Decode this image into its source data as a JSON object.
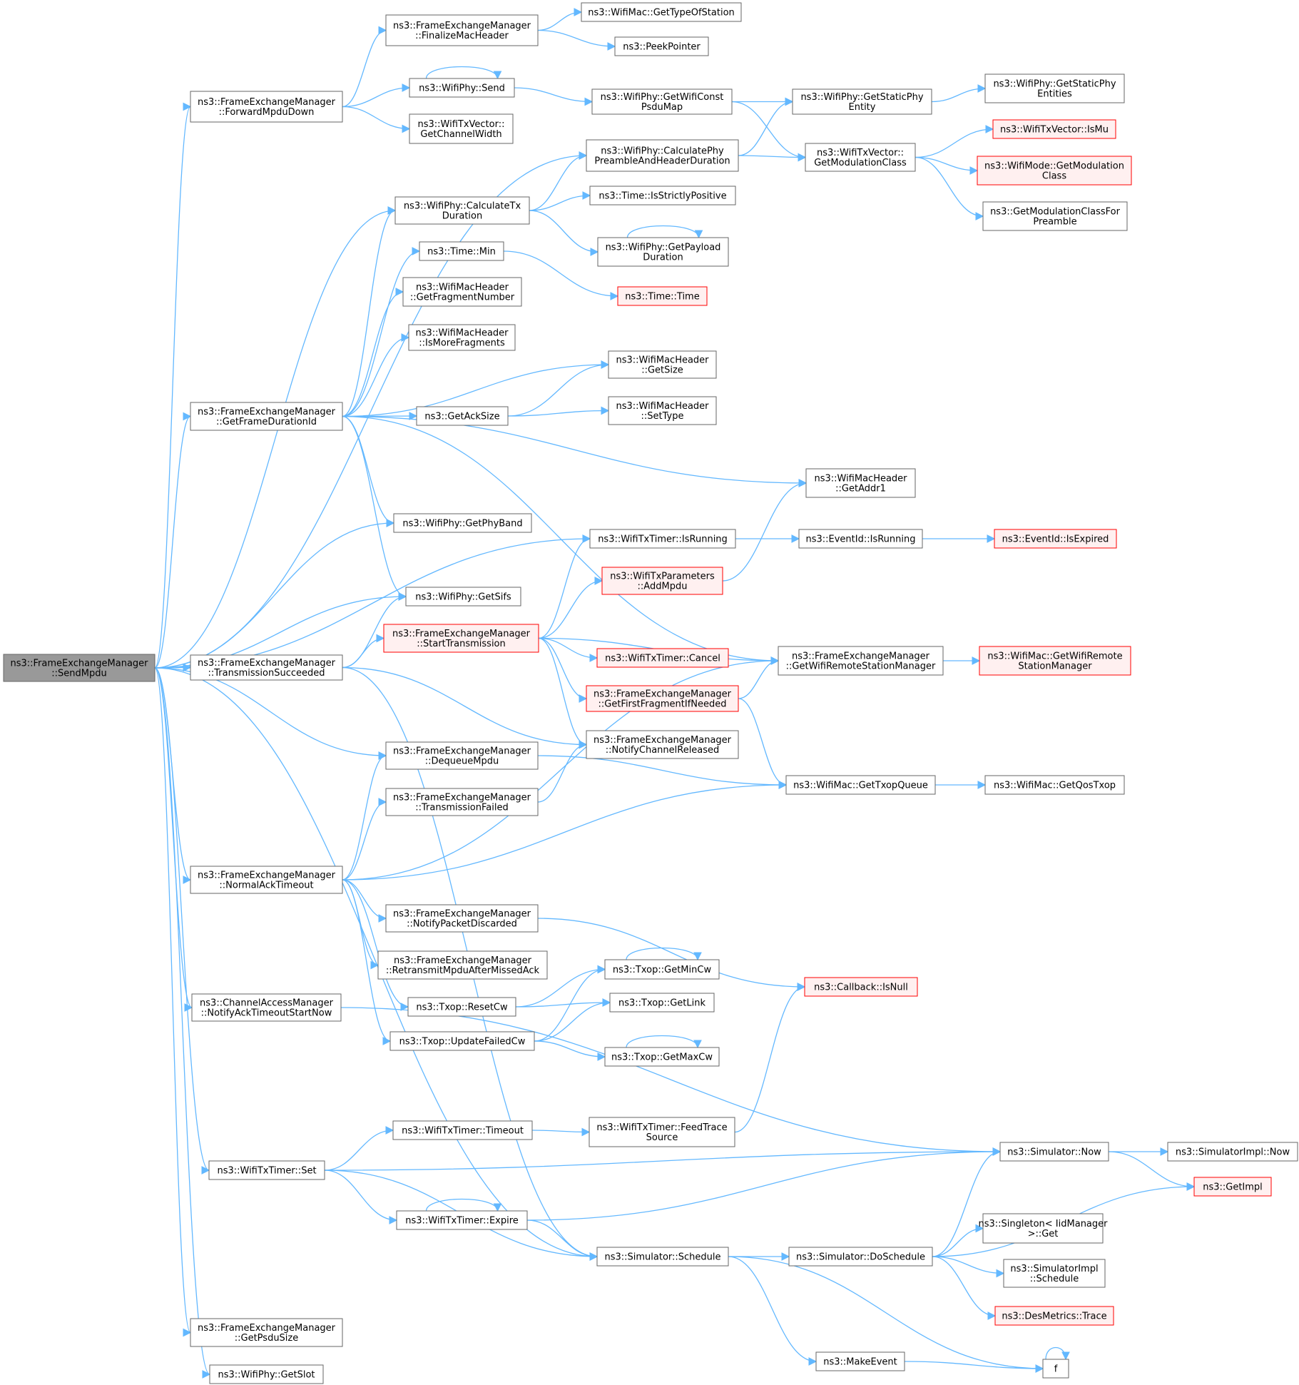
{
  "graph": {
    "colors": {
      "edge": "#63B8FF",
      "node_border": "#666666",
      "node_fill": "#FFFFFF",
      "root_fill": "#999999",
      "root_border": "#666666",
      "highlight_border": "#FF0000",
      "highlight_fill": "#FFF0F0"
    },
    "nodes": [
      {
        "id": "sendmpdu",
        "lines": [
          "ns3::FrameExchangeManager",
          "::SendMpdu"
        ],
        "style": "root"
      },
      {
        "id": "fwdmpdu",
        "lines": [
          "ns3::FrameExchangeManager",
          "::ForwardMpduDown"
        ],
        "style": "normal"
      },
      {
        "id": "finmac",
        "lines": [
          "ns3::FrameExchangeManager",
          "::FinalizeMacHeader"
        ],
        "style": "normal"
      },
      {
        "id": "gettypeofstation",
        "lines": [
          "ns3::WifiMac::GetTypeOfStation"
        ],
        "style": "normal"
      },
      {
        "id": "peekpointer",
        "lines": [
          "ns3::PeekPointer"
        ],
        "style": "normal"
      },
      {
        "id": "physend",
        "lines": [
          "ns3::WifiPhy::Send"
        ],
        "style": "normal"
      },
      {
        "id": "getchannelwidth",
        "lines": [
          "ns3::WifiTxVector::",
          "GetChannelWidth"
        ],
        "style": "normal"
      },
      {
        "id": "getwificonst",
        "lines": [
          "ns3::WifiPhy::GetWifiConst",
          "PsduMap"
        ],
        "style": "normal"
      },
      {
        "id": "getstaticphyentity",
        "lines": [
          "ns3::WifiPhy::GetStaticPhy",
          "Entity"
        ],
        "style": "normal"
      },
      {
        "id": "getstaticphyentities",
        "lines": [
          "ns3::WifiPhy::GetStaticPhy",
          "Entities"
        ],
        "style": "normal"
      },
      {
        "id": "calcpreamble",
        "lines": [
          "ns3::WifiPhy::CalculatePhy",
          "PreambleAndHeaderDuration"
        ],
        "style": "normal"
      },
      {
        "id": "getmodclass",
        "lines": [
          "ns3::WifiTxVector::",
          "GetModulationClass"
        ],
        "style": "normal"
      },
      {
        "id": "ismu",
        "lines": [
          "ns3::WifiTxVector::IsMu"
        ],
        "style": "red"
      },
      {
        "id": "modegetmod",
        "lines": [
          "ns3::WifiMode::GetModulation",
          "Class"
        ],
        "style": "red"
      },
      {
        "id": "getmodpreamble",
        "lines": [
          "ns3::GetModulationClassFor",
          "Preamble"
        ],
        "style": "normal"
      },
      {
        "id": "calctx",
        "lines": [
          "ns3::WifiPhy::CalculateTx",
          "Duration"
        ],
        "style": "normal"
      },
      {
        "id": "isstrictly",
        "lines": [
          "ns3::Time::IsStrictlyPositive"
        ],
        "style": "normal"
      },
      {
        "id": "getpayload",
        "lines": [
          "ns3::WifiPhy::GetPayload",
          "Duration"
        ],
        "style": "normal"
      },
      {
        "id": "timemin",
        "lines": [
          "ns3::Time::Min"
        ],
        "style": "normal"
      },
      {
        "id": "timetime",
        "lines": [
          "ns3::Time::Time"
        ],
        "style": "red"
      },
      {
        "id": "getfragnum",
        "lines": [
          "ns3::WifiMacHeader",
          "::GetFragmentNumber"
        ],
        "style": "normal"
      },
      {
        "id": "ismorefrag",
        "lines": [
          "ns3::WifiMacHeader",
          "::IsMoreFragments"
        ],
        "style": "normal"
      },
      {
        "id": "hdrgetsize",
        "lines": [
          "ns3::WifiMacHeader",
          "::GetSize"
        ],
        "style": "normal"
      },
      {
        "id": "getframedur",
        "lines": [
          "ns3::FrameExchangeManager",
          "::GetFrameDurationId"
        ],
        "style": "normal"
      },
      {
        "id": "getacksize",
        "lines": [
          "ns3::GetAckSize"
        ],
        "style": "normal"
      },
      {
        "id": "settype",
        "lines": [
          "ns3::WifiMacHeader",
          "::SetType"
        ],
        "style": "normal"
      },
      {
        "id": "getaddr1",
        "lines": [
          "ns3::WifiMacHeader",
          "::GetAddr1"
        ],
        "style": "normal"
      },
      {
        "id": "getphyband",
        "lines": [
          "ns3::WifiPhy::GetPhyBand"
        ],
        "style": "normal"
      },
      {
        "id": "txtimerisrunning",
        "lines": [
          "ns3::WifiTxTimer::IsRunning"
        ],
        "style": "normal"
      },
      {
        "id": "eventisrunning",
        "lines": [
          "ns3::EventId::IsRunning"
        ],
        "style": "normal"
      },
      {
        "id": "isexpired",
        "lines": [
          "ns3::EventId::IsExpired"
        ],
        "style": "red"
      },
      {
        "id": "addmpdu",
        "lines": [
          "ns3::WifiTxParameters",
          "::AddMpdu"
        ],
        "style": "red"
      },
      {
        "id": "getsifs",
        "lines": [
          "ns3::WifiPhy::GetSifs"
        ],
        "style": "normal"
      },
      {
        "id": "starttx",
        "lines": [
          "ns3::FrameExchangeManager",
          "::StartTransmission"
        ],
        "style": "red"
      },
      {
        "id": "txsucceeded",
        "lines": [
          "ns3::FrameExchangeManager",
          "::TransmissionSucceeded"
        ],
        "style": "normal"
      },
      {
        "id": "txtimercancel",
        "lines": [
          "ns3::WifiTxTimer::Cancel"
        ],
        "style": "red"
      },
      {
        "id": "getremotemgr",
        "lines": [
          "ns3::FrameExchangeManager",
          "::GetWifiRemoteStationManager"
        ],
        "style": "normal"
      },
      {
        "id": "macgetremote",
        "lines": [
          "ns3::WifiMac::GetWifiRemote",
          "StationManager"
        ],
        "style": "red"
      },
      {
        "id": "getfirstfrag",
        "lines": [
          "ns3::FrameExchangeManager",
          "::GetFirstFragmentIfNeeded"
        ],
        "style": "red"
      },
      {
        "id": "notifychanrel",
        "lines": [
          "ns3::FrameExchangeManager",
          "::NotifyChannelReleased"
        ],
        "style": "normal"
      },
      {
        "id": "dequeuempdu",
        "lines": [
          "ns3::FrameExchangeManager",
          "::DequeueMpdu"
        ],
        "style": "normal"
      },
      {
        "id": "gettxopqueue",
        "lines": [
          "ns3::WifiMac::GetTxopQueue"
        ],
        "style": "normal"
      },
      {
        "id": "getqostxop",
        "lines": [
          "ns3::WifiMac::GetQosTxop"
        ],
        "style": "normal"
      },
      {
        "id": "txfailed",
        "lines": [
          "ns3::FrameExchangeManager",
          "::TransmissionFailed"
        ],
        "style": "normal"
      },
      {
        "id": "normalack",
        "lines": [
          "ns3::FrameExchangeManager",
          "::NormalAckTimeout"
        ],
        "style": "normal"
      },
      {
        "id": "notifypktdisc",
        "lines": [
          "ns3::FrameExchangeManager",
          "::NotifyPacketDiscarded"
        ],
        "style": "normal"
      },
      {
        "id": "retransmit",
        "lines": [
          "ns3::FrameExchangeManager",
          "::RetransmitMpduAfterMissedAck"
        ],
        "style": "normal"
      },
      {
        "id": "getmincw",
        "lines": [
          "ns3::Txop::GetMinCw"
        ],
        "style": "normal"
      },
      {
        "id": "cbisnull",
        "lines": [
          "ns3::Callback::IsNull"
        ],
        "style": "red"
      },
      {
        "id": "resetcw",
        "lines": [
          "ns3::Txop::ResetCw"
        ],
        "style": "normal"
      },
      {
        "id": "getlink",
        "lines": [
          "ns3::Txop::GetLink"
        ],
        "style": "normal"
      },
      {
        "id": "chanaccess",
        "lines": [
          "ns3::ChannelAccessManager",
          "::NotifyAckTimeoutStartNow"
        ],
        "style": "normal"
      },
      {
        "id": "updatefailedcw",
        "lines": [
          "ns3::Txop::UpdateFailedCw"
        ],
        "style": "normal"
      },
      {
        "id": "getmaxcw",
        "lines": [
          "ns3::Txop::GetMaxCw"
        ],
        "style": "normal"
      },
      {
        "id": "txtimertimeout",
        "lines": [
          "ns3::WifiTxTimer::Timeout"
        ],
        "style": "normal"
      },
      {
        "id": "feedtrace",
        "lines": [
          "ns3::WifiTxTimer::FeedTrace",
          "Source"
        ],
        "style": "normal"
      },
      {
        "id": "simnow",
        "lines": [
          "ns3::Simulator::Now"
        ],
        "style": "normal"
      },
      {
        "id": "simimplnow",
        "lines": [
          "ns3::SimulatorImpl::Now"
        ],
        "style": "normal"
      },
      {
        "id": "txtimerset",
        "lines": [
          "ns3::WifiTxTimer::Set"
        ],
        "style": "normal"
      },
      {
        "id": "getimpl",
        "lines": [
          "ns3::GetImpl"
        ],
        "style": "red"
      },
      {
        "id": "txtimerexpire",
        "lines": [
          "ns3::WifiTxTimer::Expire"
        ],
        "style": "normal"
      },
      {
        "id": "singletonget",
        "lines": [
          "ns3::Singleton< IidManager",
          ">::Get"
        ],
        "style": "normal"
      },
      {
        "id": "simschedule",
        "lines": [
          "ns3::Simulator::Schedule"
        ],
        "style": "normal"
      },
      {
        "id": "simdoschedule",
        "lines": [
          "ns3::Simulator::DoSchedule"
        ],
        "style": "normal"
      },
      {
        "id": "simimplschedule",
        "lines": [
          "ns3::SimulatorImpl",
          "::Schedule"
        ],
        "style": "normal"
      },
      {
        "id": "desmetrics",
        "lines": [
          "ns3::DesMetrics::Trace"
        ],
        "style": "red"
      },
      {
        "id": "getpsdusize",
        "lines": [
          "ns3::FrameExchangeManager",
          "::GetPsduSize"
        ],
        "style": "normal"
      },
      {
        "id": "makeevent",
        "lines": [
          "ns3::MakeEvent"
        ],
        "style": "normal"
      },
      {
        "id": "f",
        "lines": [
          "f"
        ],
        "style": "normal"
      },
      {
        "id": "getslot",
        "lines": [
          "ns3::WifiPhy::GetSlot"
        ],
        "style": "normal"
      }
    ]
  }
}
